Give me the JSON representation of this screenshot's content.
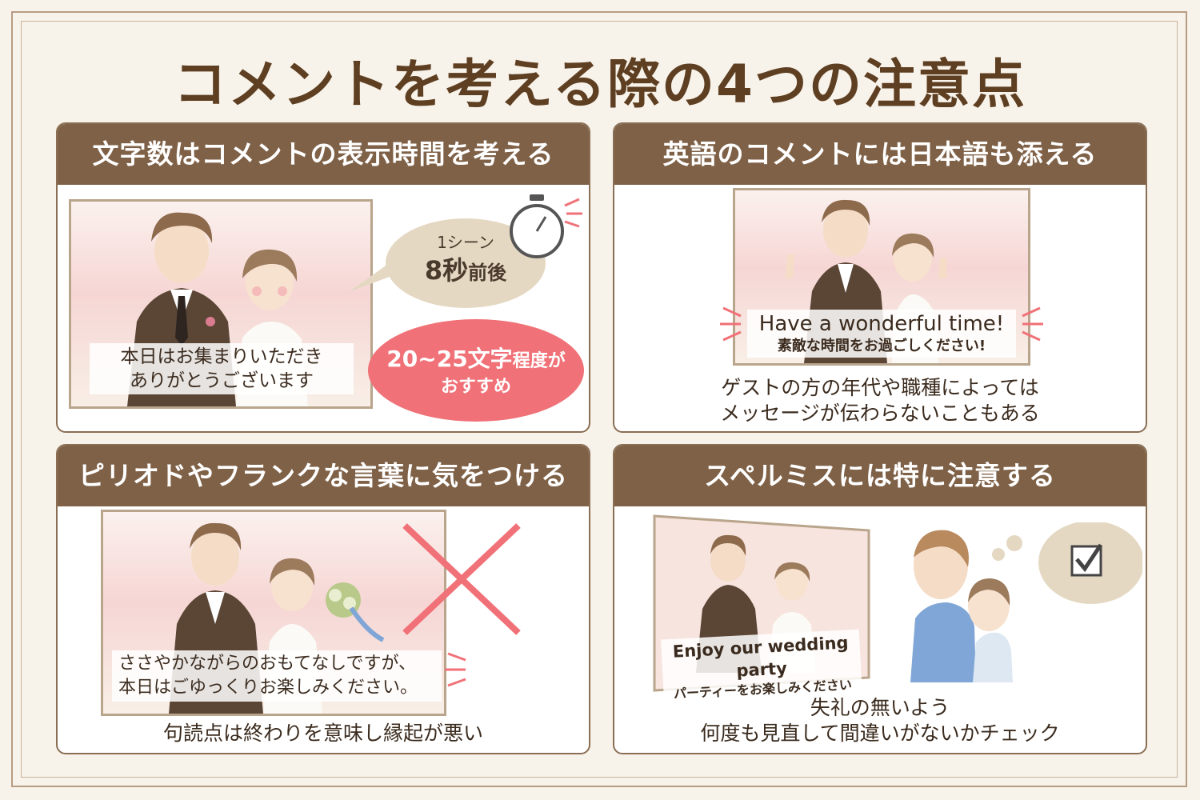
{
  "title": "コメントを考える際の4つの注意点",
  "panels": {
    "p1": {
      "heading": "文字数はコメントの表示時間を考える",
      "scene_caption_line1": "本日はお集まりいただき",
      "scene_caption_line2": "ありがとうございます",
      "bubble_small": "1シーン",
      "bubble_big": "8秒",
      "bubble_suffix": "前後",
      "red_big": "20~25文字",
      "red_small": "程度が",
      "red_line2": "おすすめ"
    },
    "p2": {
      "heading": "英語のコメントには日本語も添える",
      "caption_en": "Have a wonderful time!",
      "caption_ja": "素敵な時間をお過ごしください!",
      "note_line1": "ゲストの方の年代や職種によっては",
      "note_line2": "メッセージが伝わらないこともある"
    },
    "p3": {
      "heading": "ピリオドやフランクな言葉に気をつける",
      "caption_line1": "ささやかながらのおもてなしですが、",
      "caption_line2": "本日はごゆっくりお楽しみください。",
      "note": "句読点は終わりを意味し縁起が悪い"
    },
    "p4": {
      "heading": "スペルミスには特に注意する",
      "caption_en": "Enjoy our wedding party",
      "caption_ja": "パーティーをお楽しみください",
      "note_line1": "失礼の無いよう",
      "note_line2": "何度も見直して間違いがないかチェック"
    }
  },
  "colors": {
    "header_brown": "#7f6147",
    "title_brown": "#5e3f22",
    "accent_red": "#f07177",
    "beige": "#e5d8c3"
  }
}
